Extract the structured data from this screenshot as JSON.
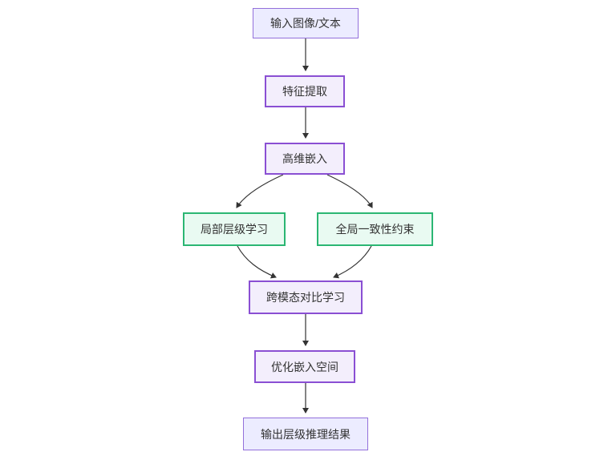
{
  "diagram": {
    "title": "",
    "nodes": [
      {
        "id": "A",
        "label": "输入图像/文本",
        "style": "lavender"
      },
      {
        "id": "B",
        "label": "特征提取",
        "style": "purple"
      },
      {
        "id": "C",
        "label": "高维嵌入",
        "style": "purple"
      },
      {
        "id": "D",
        "label": "局部层级学习",
        "style": "green"
      },
      {
        "id": "E",
        "label": "全局一致性约束",
        "style": "green"
      },
      {
        "id": "F",
        "label": "跨模态对比学习",
        "style": "purple"
      },
      {
        "id": "G",
        "label": "优化嵌入空间",
        "style": "purple"
      },
      {
        "id": "H",
        "label": "输出层级推理结果",
        "style": "lavender"
      }
    ],
    "edges": [
      {
        "from": "A",
        "to": "B"
      },
      {
        "from": "B",
        "to": "C"
      },
      {
        "from": "C",
        "to": "D"
      },
      {
        "from": "C",
        "to": "E"
      },
      {
        "from": "D",
        "to": "F"
      },
      {
        "from": "E",
        "to": "F"
      },
      {
        "from": "F",
        "to": "G"
      },
      {
        "from": "G",
        "to": "H"
      }
    ],
    "colors": {
      "lavender_fill": "#ececff",
      "lavender_border": "#9370db",
      "purple_fill": "#f3eefc",
      "purple_border": "#8a4fd3",
      "green_fill": "#e9faf2",
      "green_border": "#2bb673",
      "edge": "#333333",
      "text": "#333333",
      "background": "#ffffff"
    }
  }
}
